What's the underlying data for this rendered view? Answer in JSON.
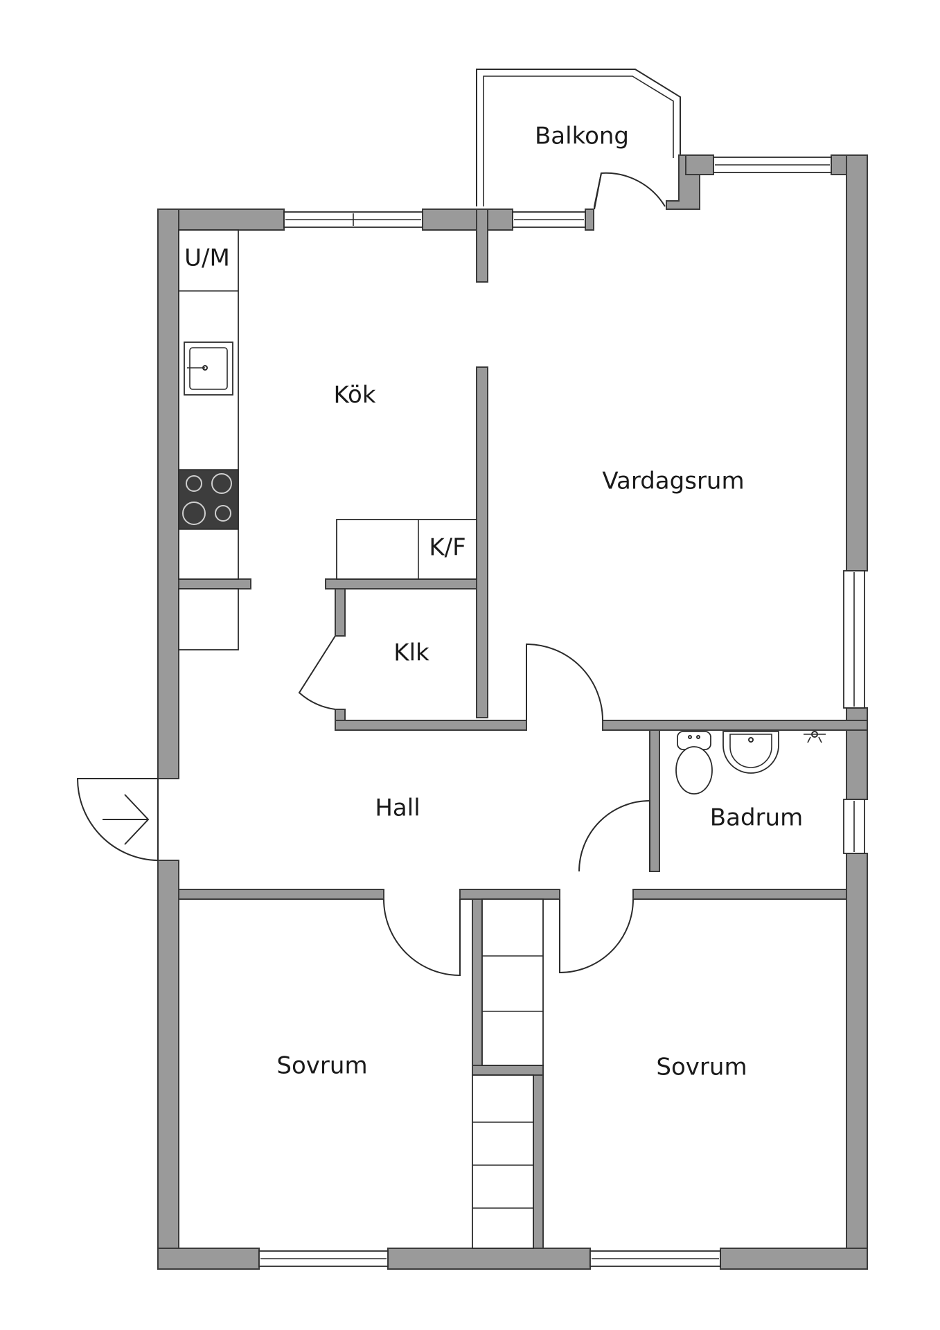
{
  "rooms": {
    "balkong": "Balkong",
    "kok": "Kök",
    "vardagsrum": "Vardagsrum",
    "kf": "K/F",
    "um": "U/M",
    "klk": "Klk",
    "hall": "Hall",
    "badrum": "Badrum",
    "sovrum_left": "Sovrum",
    "sovrum_right": "Sovrum"
  },
  "colors": {
    "wall": "#9a9a9a",
    "line": "#2b2b2b",
    "stove": "#3d3d3d"
  }
}
